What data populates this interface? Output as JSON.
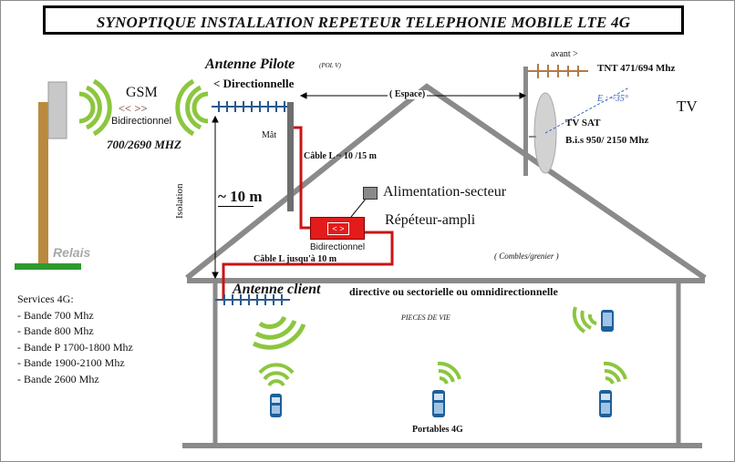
{
  "title": "SYNOPTIQUE INSTALLATION REPETEUR TELEPHONIE MOBILE LTE 4G",
  "relay": {
    "network": "GSM",
    "arrows": "<< >>",
    "mode": "Bidirectionnel",
    "freq": "700/2690 MHZ",
    "label": "Relais"
  },
  "pilot": {
    "title": "Antenne Pilote",
    "pol": "(POL V)",
    "type": "< Directionnelle",
    "mast": "Mât",
    "cable": "Câble L ~ 10 /15 m",
    "space": "( Espace)",
    "isolation": "Isolation",
    "distance": "~ 10 m"
  },
  "tv": {
    "avant": "avant >",
    "tnt": "TNT 471/694 Mhz",
    "elevation": "E : ~35°",
    "sat": "TV SAT",
    "bis": "B.i.s 950/ 2150 Mhz",
    "label": "TV"
  },
  "repeater": {
    "psu": "Alimentation-secteur",
    "amp": "Répéteur-ampli",
    "box": "< >",
    "mode": "Bidirectionnel",
    "attic": "( Combles/grenier )",
    "cable": "Câble L jusqu'à 10 m"
  },
  "client": {
    "title": "Antenne client",
    "desc": "directive ou sectorielle ou omnidirectionnelle",
    "rooms": "PIECES DE VIE",
    "phones": "Portables 4G"
  },
  "services": {
    "title": "Services 4G:",
    "items": [
      "- Bande 700 Mhz",
      "- Bande 800 Mhz",
      "- Bande P 1700-1800 Mhz",
      "- Bande 1900-2100 Mhz",
      "- Bande 2600 Mhz"
    ]
  },
  "colors": {
    "cable": "#c81414",
    "wave": "#8cc63f",
    "antenna": "#2b5a8c",
    "tnt": "#b07a48",
    "relay_ground": "#2e9a2e",
    "relay_mast": "#b98a3e",
    "house": "#8a8a8a"
  }
}
